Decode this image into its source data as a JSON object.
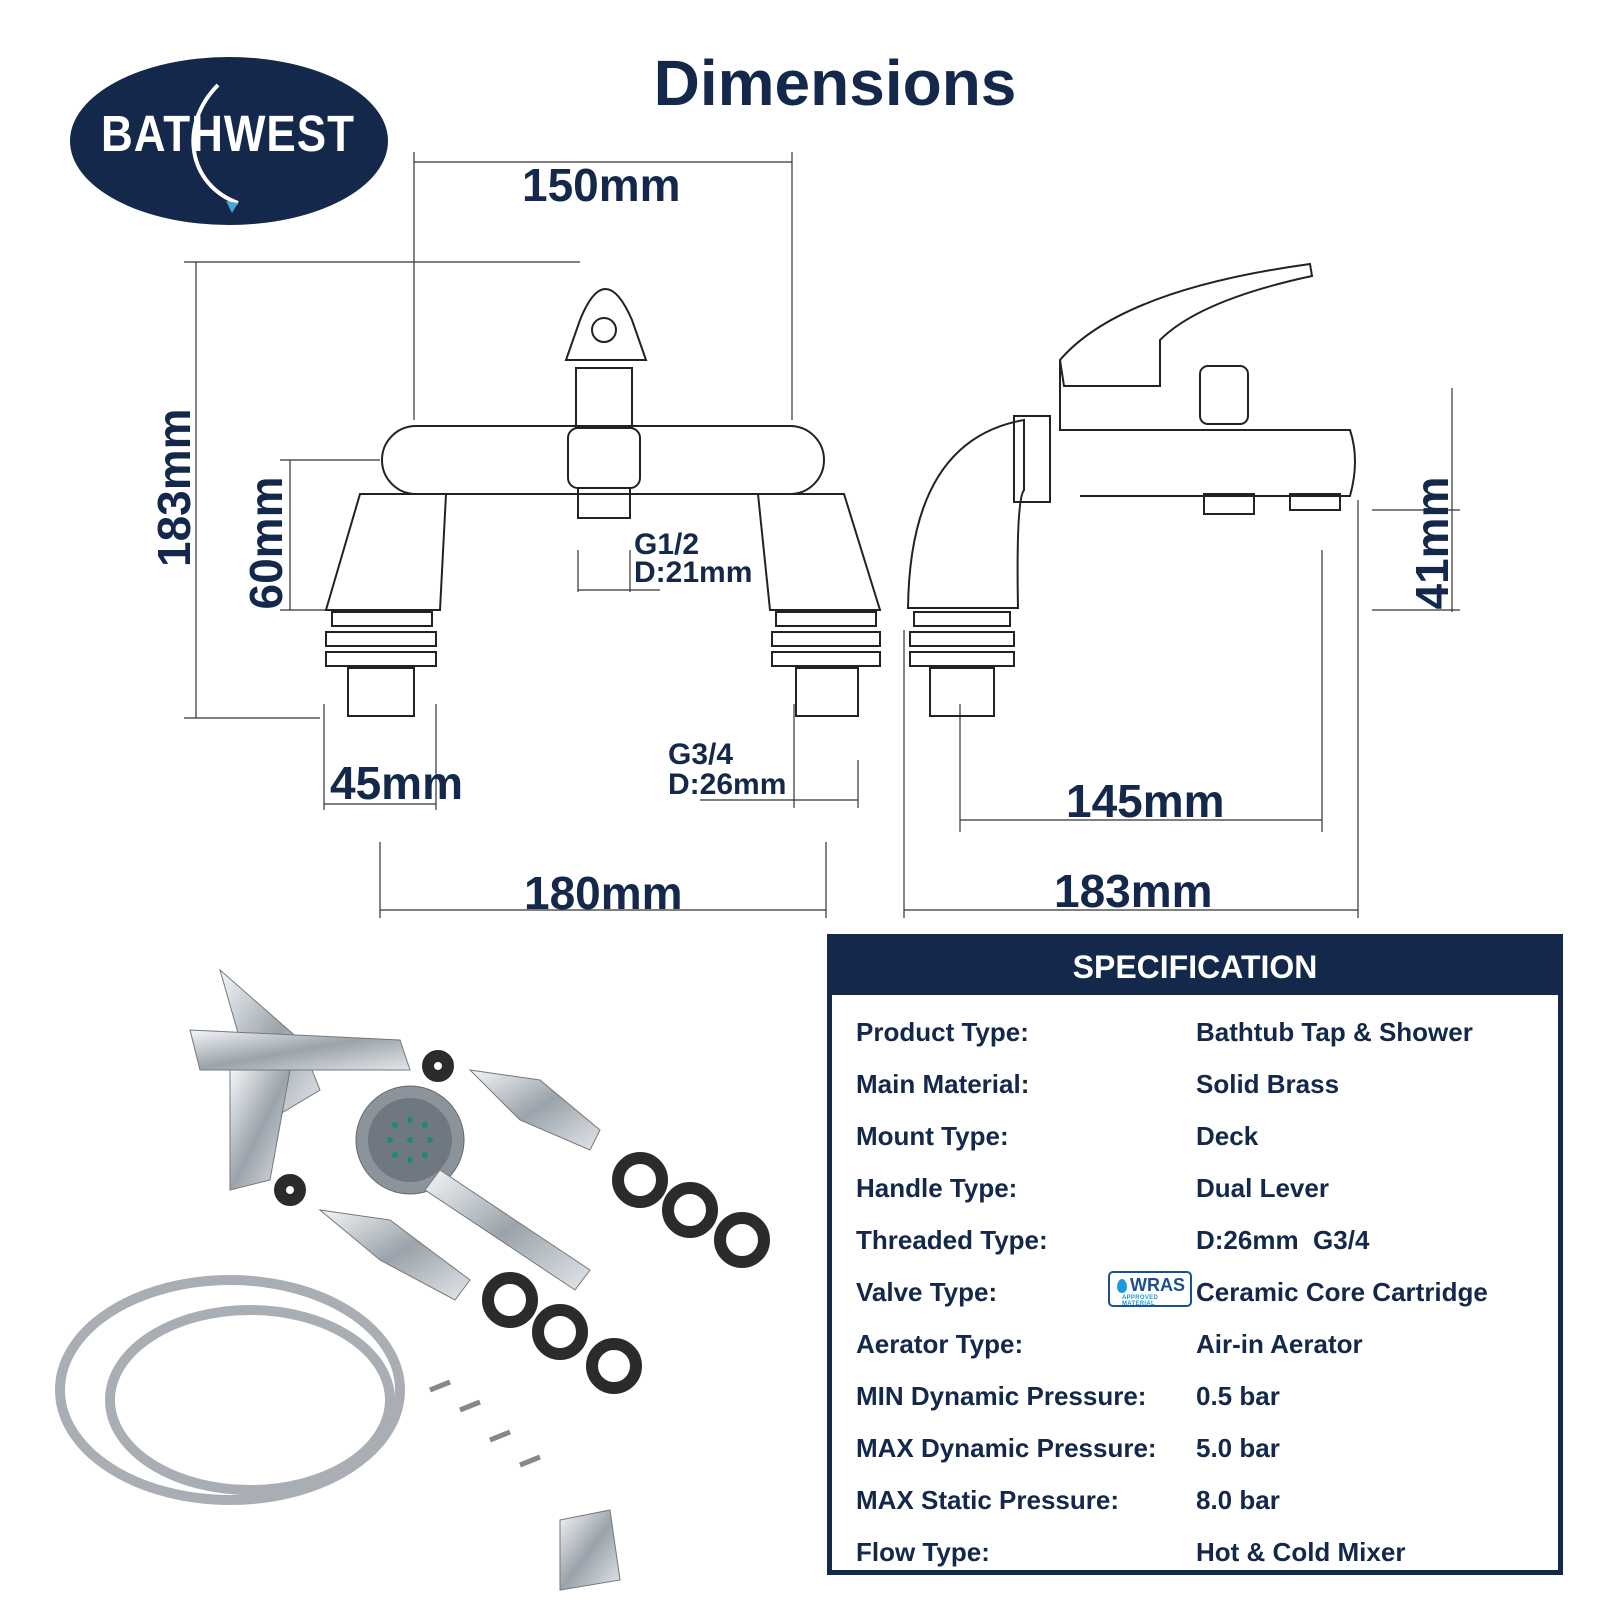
{
  "header": {
    "title": "Dimensions"
  },
  "logo": {
    "text": "BATHWEST"
  },
  "dimensions": {
    "top_width": "150mm",
    "total_height": "183mm",
    "body_height": "60mm",
    "inlet_thread_label": "G1/2",
    "inlet_diameter_label": "D:21mm",
    "tail_width": "45mm",
    "tail_thread_label": "G3/4",
    "tail_diameter_label": "D:26mm",
    "centres": "180mm",
    "spout_height": "41mm",
    "spout_reach": "145mm",
    "overall_depth": "183mm"
  },
  "specification": {
    "title": "SPECIFICATION",
    "wras_badge": {
      "text": "WRAS",
      "subtext": "APPROVED MATERIAL"
    },
    "rows": [
      {
        "label": "Product Type:",
        "value": "Bathtub Tap & Shower"
      },
      {
        "label": "Main Material:",
        "value": "Solid Brass"
      },
      {
        "label": "Mount Type:",
        "value": "Deck"
      },
      {
        "label": "Handle Type:",
        "value": "Dual Lever"
      },
      {
        "label": "Threaded Type:",
        "value": "D:26mm  G3/4"
      },
      {
        "label": "Valve Type:",
        "value": "Ceramic Core Cartridge"
      },
      {
        "label": "Aerator Type:",
        "value": "Air-in Aerator"
      },
      {
        "label": "MIN Dynamic Pressure:",
        "value": "0.5 bar"
      },
      {
        "label": "MAX Dynamic Pressure:",
        "value": "5.0 bar"
      },
      {
        "label": "MAX Static Pressure:",
        "value": "8.0 bar"
      },
      {
        "label": "Flow Type:",
        "value": "Hot & Cold Mixer"
      }
    ]
  },
  "colors": {
    "navy": "#13284a",
    "wras_blue": "#1b4f8f",
    "wras_accent": "#1b9ad6"
  }
}
